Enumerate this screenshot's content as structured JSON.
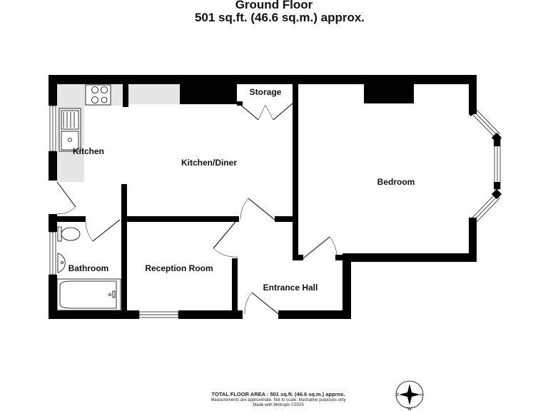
{
  "header": {
    "title": "Ground Floor",
    "subtitle": "501 sq.ft. (46.6 sq.m.) approx."
  },
  "rooms": [
    {
      "name": "Kitchen"
    },
    {
      "name": "Kitchen/Diner"
    },
    {
      "name": "Storage"
    },
    {
      "name": "Bedroom"
    },
    {
      "name": "Bathroom"
    },
    {
      "name": "Reception Room"
    },
    {
      "name": "Entrance Hall"
    }
  ],
  "footer": {
    "total_area": "TOTAL FLOOR AREA : 501 sq.ft. (46.6 sq.m.) approx.",
    "disclaimer": "Measurements are approximate.  Not to scale.  Illustrative purposes only",
    "credit": "Made with Metropix ©2025"
  },
  "compass": {
    "labels": [
      "N",
      "S",
      "W"
    ]
  },
  "colors": {
    "wall": "#000000",
    "counter": "#e6e6e6",
    "background": "#ffffff"
  }
}
